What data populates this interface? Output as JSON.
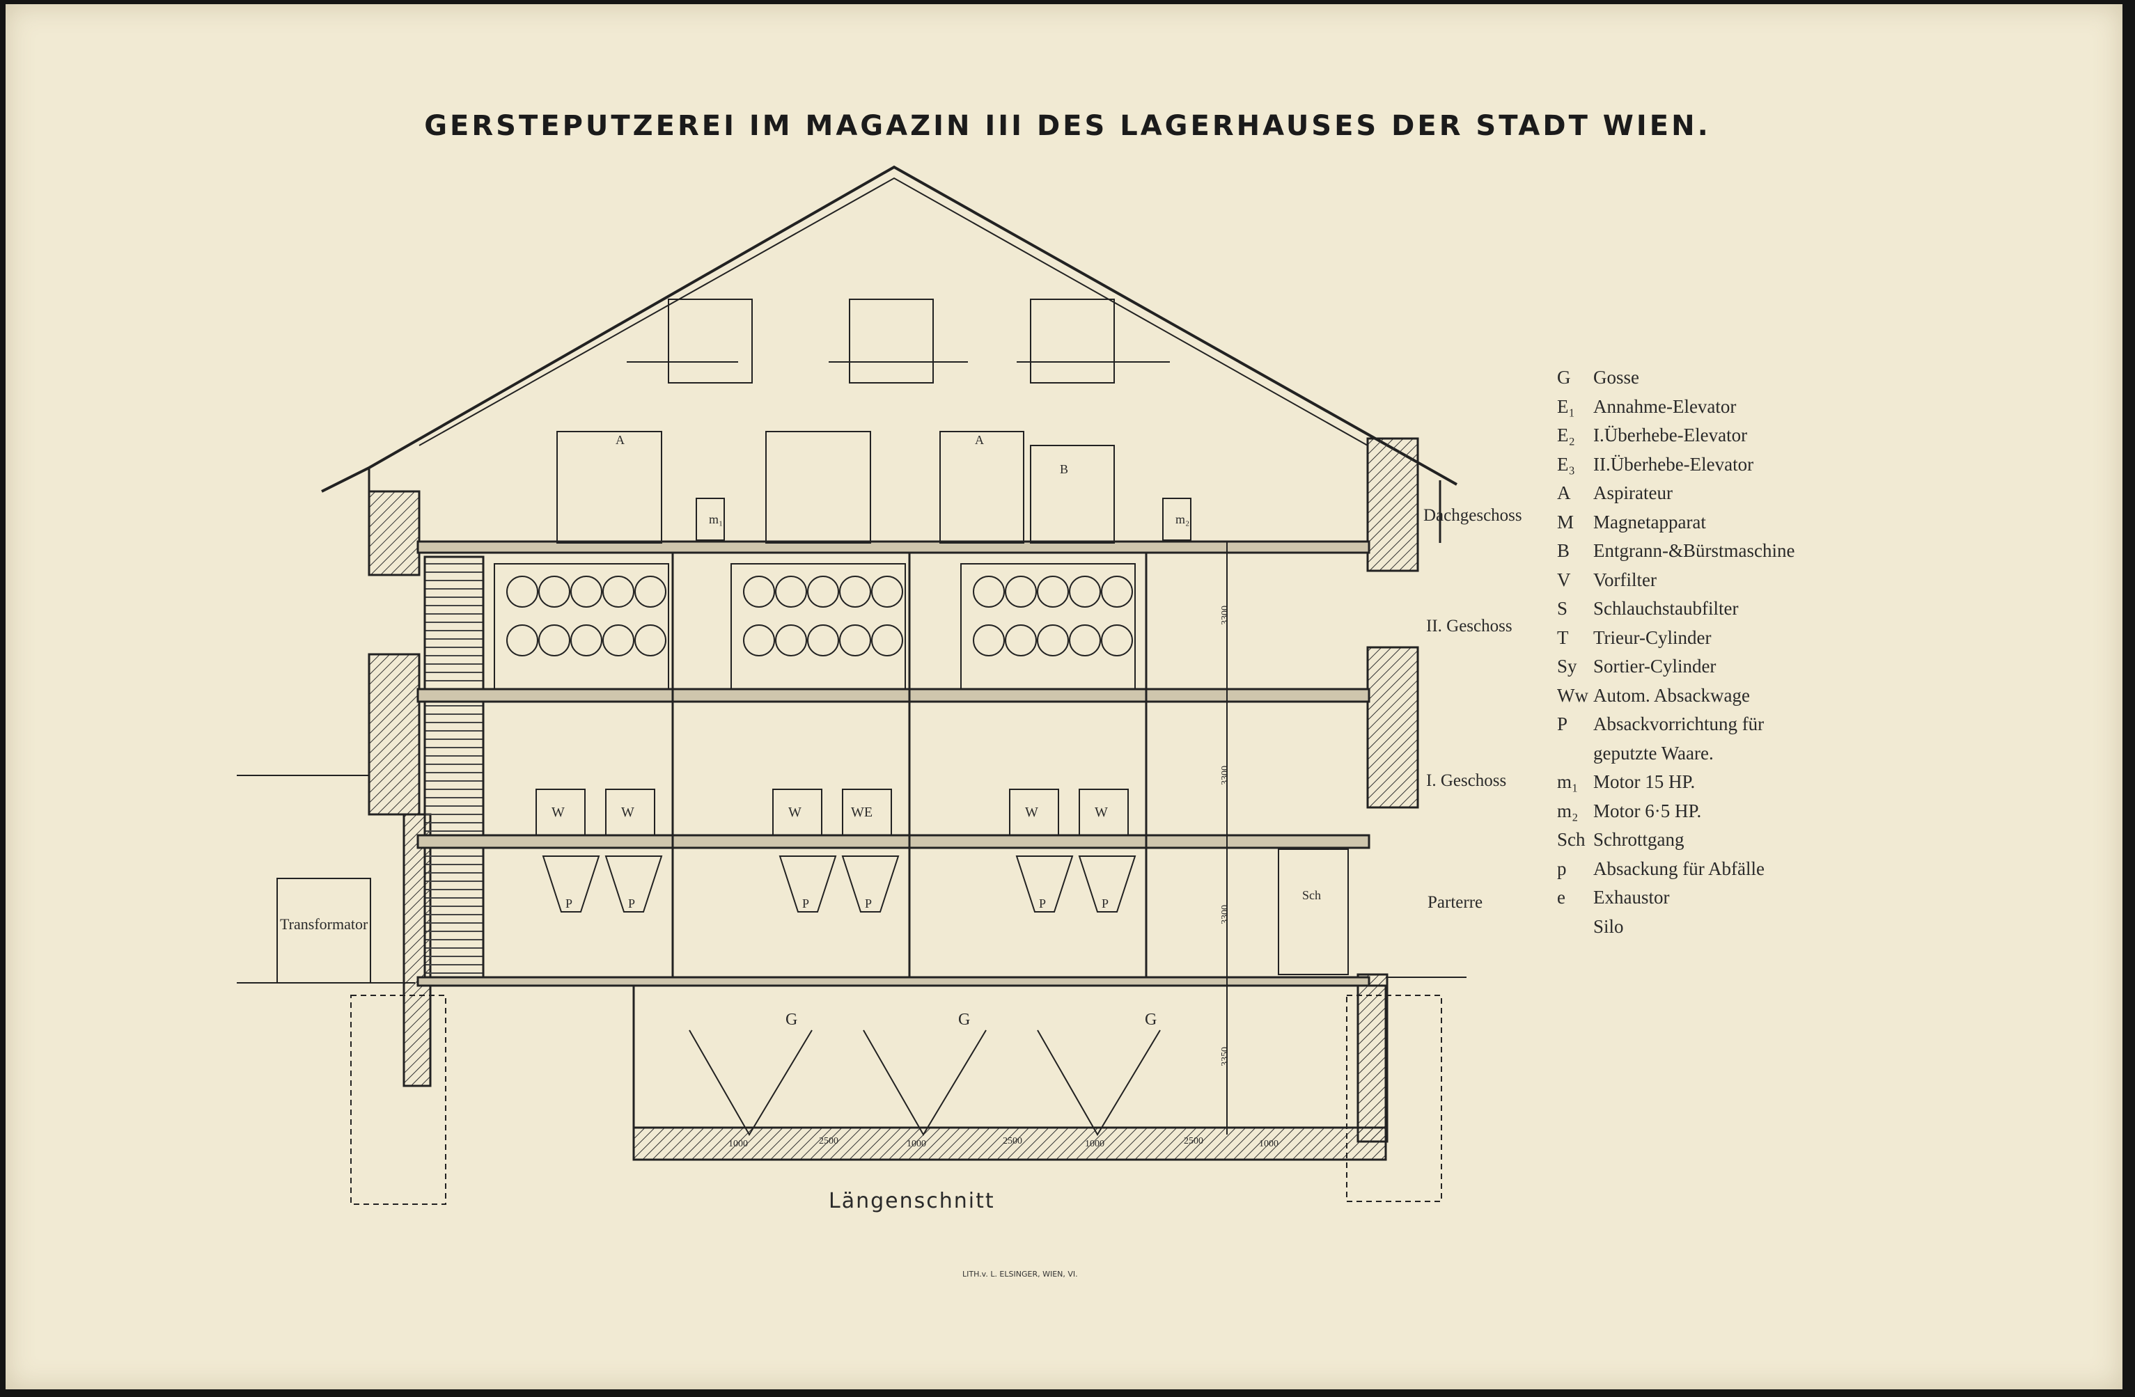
{
  "title": "GERSTEPUTZEREI IM MAGAZIN III DES LAGERHAUSES DER STADT WIEN.",
  "legend": [
    {
      "symbol": "G",
      "text": "Gosse"
    },
    {
      "symbol": "E₁",
      "text": "Annahme-Elevator"
    },
    {
      "symbol": "E₂",
      "text": "I.Überhebe-Elevator"
    },
    {
      "symbol": "E₃",
      "text": "II.Überhebe-Elevator"
    },
    {
      "symbol": "A",
      "text": "Aspirateur"
    },
    {
      "symbol": "M",
      "text": "Magnetapparat"
    },
    {
      "symbol": "B",
      "text": "Entgrann-&Bürstmaschine"
    },
    {
      "symbol": "V",
      "text": "Vorfilter"
    },
    {
      "symbol": "S",
      "text": "Schlauchstaubfilter"
    },
    {
      "symbol": "T",
      "text": "Trieur-Cylinder"
    },
    {
      "symbol": "Sy",
      "text": "Sortier-Cylinder"
    },
    {
      "symbol": "Ww",
      "text": "Autom. Absackwage"
    },
    {
      "symbol": "P",
      "text": "Absackvorrichtung für"
    },
    {
      "symbol": "",
      "text": "geputzte Waare."
    },
    {
      "symbol": "m₁",
      "text": "Motor 15 HP."
    },
    {
      "symbol": "m₂",
      "text": "Motor 6·5 HP."
    },
    {
      "symbol": "Sch",
      "text": "Schrottgang"
    },
    {
      "symbol": "p",
      "text": "Absackung für Abfälle"
    },
    {
      "symbol": "e",
      "text": "Exhaustor"
    },
    {
      "symbol": "",
      "text": "Silo"
    }
  ],
  "floors": {
    "dachgeschoss": "Dachgeschoss",
    "zweites": "II. Geschoss",
    "erstes": "I. Geschoss",
    "parterre": "Parterre"
  },
  "labels": {
    "transformator": "Transformator",
    "dim_3300": "3300",
    "dim_3350": "3350",
    "dim_1000": "1000",
    "dim_2500": "2500",
    "gosse": "G",
    "aspirateur": "A",
    "bürstmaschine": "B",
    "motor1": "m₁",
    "motor2": "m₂",
    "waage": "W",
    "waage_e": "WE",
    "absack": "P",
    "schrottgang": "Sch"
  },
  "caption": "Längenschnitt",
  "imprint": "LITH.v. L. ELSINGER, WIEN, VI."
}
